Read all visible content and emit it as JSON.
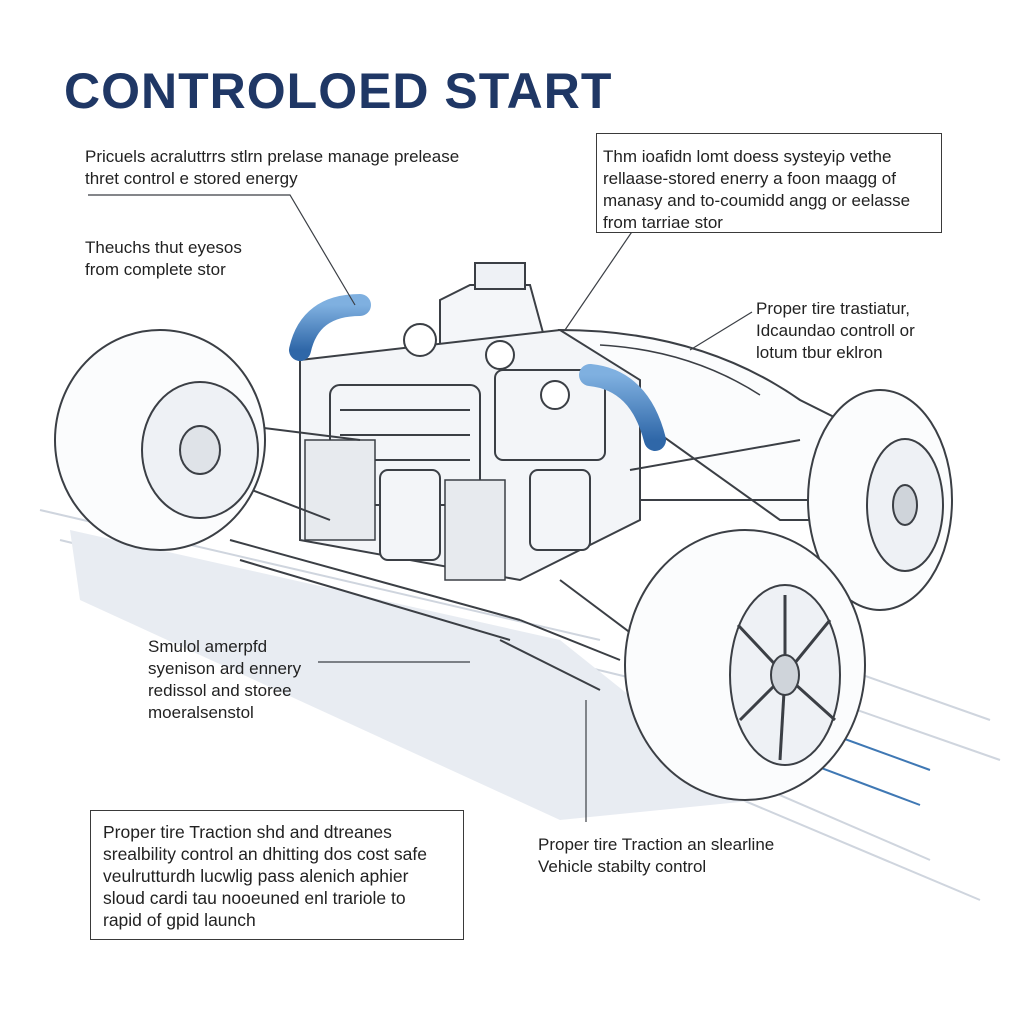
{
  "title": "CONTROLOED START",
  "annotations": {
    "top_left_1": "Pricuels acraluttrrs stlrn prelase manage prelease\nthret control e stored energy",
    "top_left_2": "Theuchs thut eyesos\nfrom complete stor",
    "top_right": "Thm ioafidn lomt doess systeyiρ vethe\nrellaase-stored enerry a foon maagg of\nmanasy and to-coumidd angg or eelasse\nfrom tarriae stor",
    "right": "Proper tire trastiatur,\nIdcaundao controll or\nlotum tbur eklron",
    "mid_left": "Smulol amerpfd\nsyenison ard ennery\nredissol and storee\nmoeralsenstol",
    "bottom_left": "Proper tire Traction shd and dtreanes\nsrealbility control an dhitting dos cost safe\nveulrutturdh lucwlig pass alenich aphier\nsloud cardi tau nooeuned enl trariole to\nrapid of gpid launch",
    "bottom_right": "Proper tire Traction an slearline\nVehicle stabilty control"
  },
  "colors": {
    "title": "#1f3765",
    "accent_pipe": "#4a86c8",
    "line_art": "#3b3f45",
    "shadow": "#e3e7ee",
    "motion_lines": "#3f78b4"
  },
  "icons": [
    "vehicle-chassis-illustration",
    "intake-pipe",
    "wheel"
  ]
}
